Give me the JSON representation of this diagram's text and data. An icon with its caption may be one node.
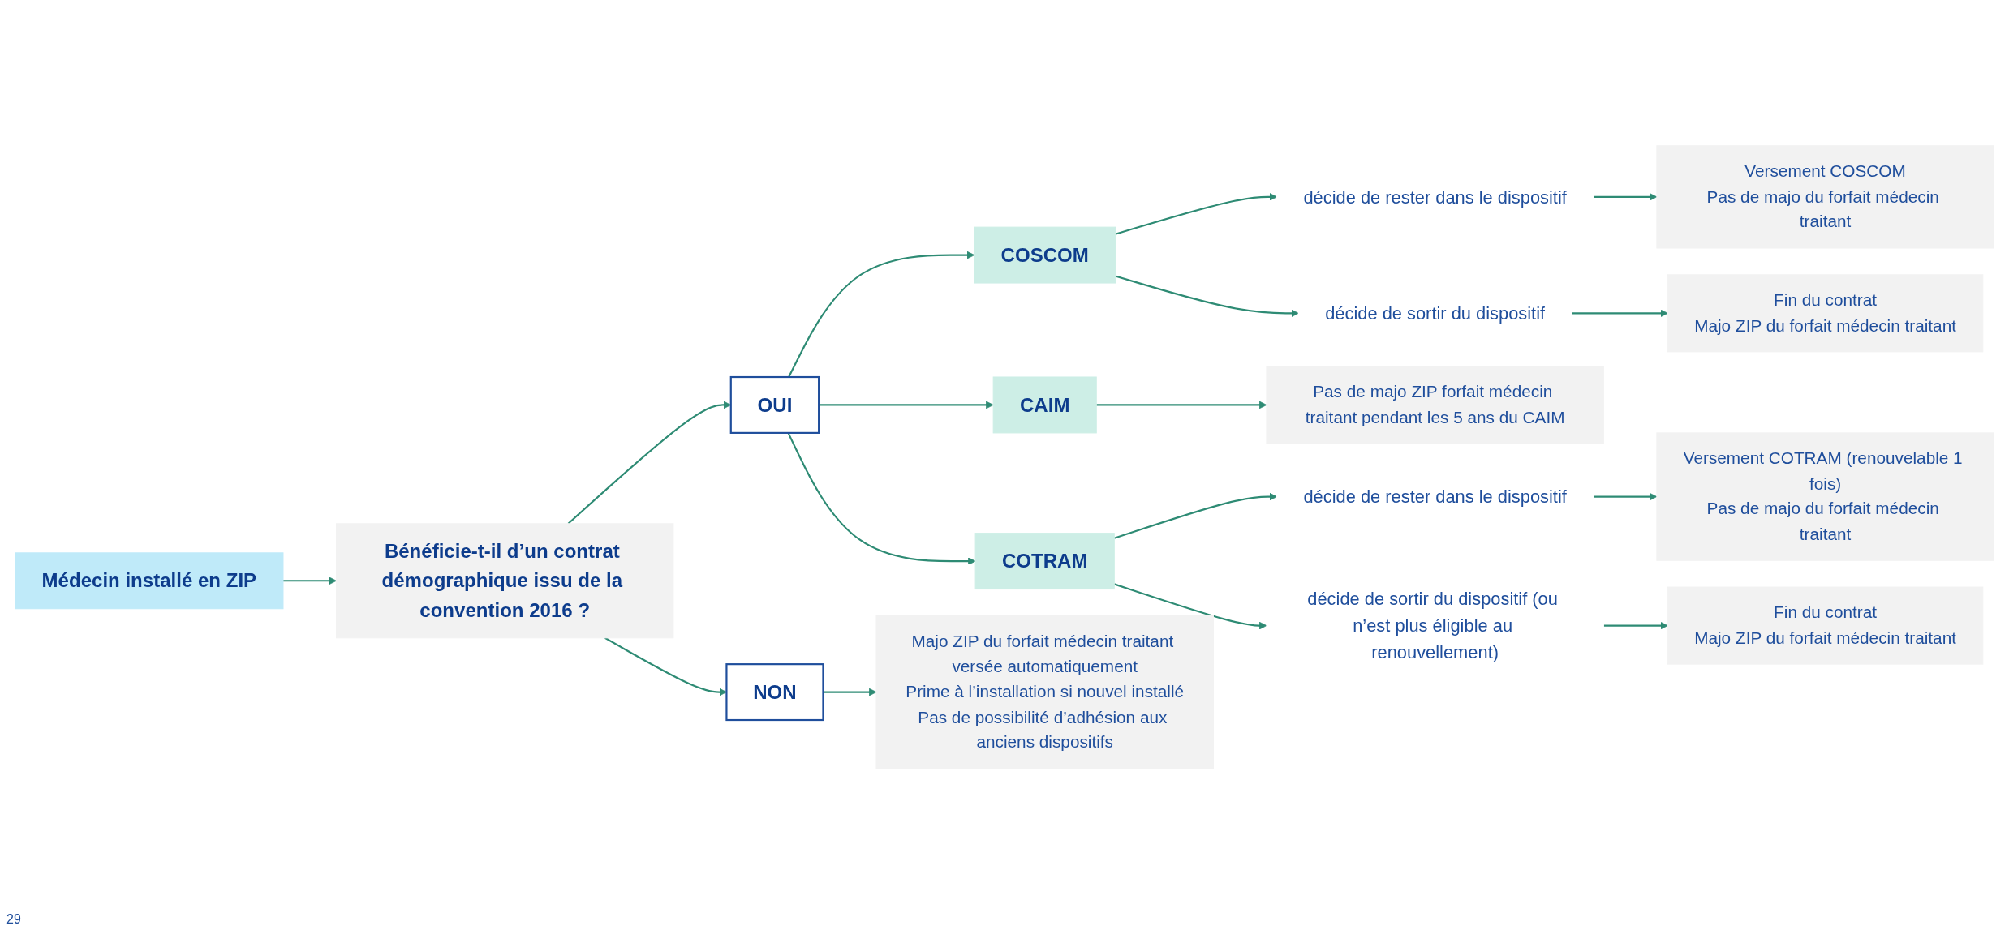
{
  "diagram": {
    "nodes": [
      {
        "text": [
          "Médecin installé en ZIP"
        ]
      },
      {
        "text": [
          "Bénéficie-t-il d’un contrat démographique issu de la convention 2016 ?"
        ]
      },
      {
        "text": [
          "OUI"
        ]
      },
      {
        "text": [
          "COSCOM"
        ]
      },
      {
        "text": [
          "décide de rester dans le dispositif"
        ]
      },
      {
        "text": [
          "décide de sortir du dispositif"
        ]
      },
      {
        "text": [
          "Versement COSCOM",
          "Pas de majo du forfait médecin traitant"
        ]
      },
      {
        "text": [
          "Fin du contrat",
          "Majo ZIP du forfait médecin traitant"
        ]
      },
      {
        "text": [
          "CAIM"
        ]
      },
      {
        "text": [
          "Pas de majo ZIP forfait médecin traitant pendant les 5 ans du CAIM"
        ]
      },
      {
        "text": [
          "COTRAM"
        ]
      },
      {
        "text": [
          "décide de rester dans le dispositif"
        ]
      },
      {
        "text": [
          "décide de sortir du dispositif (ou n’est plus éligible au renouvellement)"
        ]
      },
      {
        "text": [
          "Versement COTRAM (renouvelable 1 fois)",
          "Pas de majo du forfait médecin traitant"
        ]
      },
      {
        "text": [
          "Fin du contrat",
          "Majo ZIP du forfait médecin traitant"
        ]
      },
      {
        "text": [
          "NON"
        ]
      },
      {
        "text": [
          "Majo ZIP du forfait médecin traitant versée automatiquement",
          "Prime à l’installation si nouvel installé",
          "Pas de possibilité d’adhésion aux anciens dispositifs"
        ]
      }
    ],
    "edges": [
      {
        "from": 0,
        "to": 1,
        "arrow": "to"
      },
      {
        "from": 1,
        "to": 2,
        "arrow": "to"
      },
      {
        "from": 1,
        "to": 15,
        "arrow": "to"
      },
      {
        "from": 2,
        "to": 3,
        "arrow": "to"
      },
      {
        "from": 2,
        "to": 8,
        "arrow": "to"
      },
      {
        "from": 2,
        "to": 10,
        "arrow": "to"
      },
      {
        "from": 3,
        "to": 4,
        "arrow": "to"
      },
      {
        "from": 3,
        "to": 5,
        "arrow": "to"
      },
      {
        "from": 4,
        "to": 6,
        "arrow": "to"
      },
      {
        "from": 5,
        "to": 7,
        "arrow": "to"
      },
      {
        "from": 8,
        "to": 9,
        "arrow": "to"
      },
      {
        "from": 10,
        "to": 11,
        "arrow": "to"
      },
      {
        "from": 10,
        "to": 12,
        "arrow": "to"
      },
      {
        "from": 11,
        "to": 13,
        "arrow": "to"
      },
      {
        "from": 12,
        "to": 14,
        "arrow": "to"
      },
      {
        "from": 15,
        "to": 16,
        "arrow": "to"
      }
    ],
    "labels": [
      "29"
    ]
  }
}
